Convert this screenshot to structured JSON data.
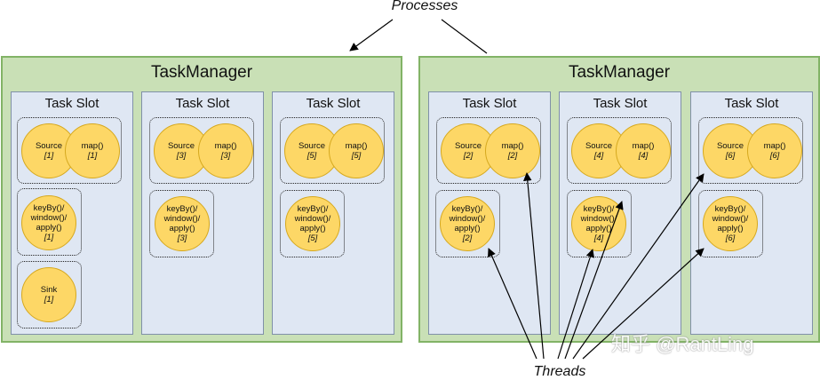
{
  "labels": {
    "processes": "Processes",
    "threads": "Threads"
  },
  "task_managers": [
    {
      "title": "TaskManager",
      "slots": [
        {
          "title": "Task Slot",
          "source": {
            "name": "Source",
            "idx": "[1]"
          },
          "map": {
            "name": "map()",
            "idx": "[1]"
          },
          "window": {
            "lines": [
              "keyBy()/",
              "window()/",
              "apply()"
            ],
            "idx": "[1]"
          },
          "sink": {
            "name": "Sink",
            "idx": "[1]"
          }
        },
        {
          "title": "Task Slot",
          "source": {
            "name": "Source",
            "idx": "[3]"
          },
          "map": {
            "name": "map()",
            "idx": "[3]"
          },
          "window": {
            "lines": [
              "keyBy()/",
              "window()/",
              "apply()"
            ],
            "idx": "[3]"
          }
        },
        {
          "title": "Task Slot",
          "source": {
            "name": "Source",
            "idx": "[5]"
          },
          "map": {
            "name": "map()",
            "idx": "[5]"
          },
          "window": {
            "lines": [
              "keyBy()/",
              "window()/",
              "apply()"
            ],
            "idx": "[5]"
          }
        }
      ]
    },
    {
      "title": "TaskManager",
      "slots": [
        {
          "title": "Task Slot",
          "source": {
            "name": "Source",
            "idx": "[2]"
          },
          "map": {
            "name": "map()",
            "idx": "[2]"
          },
          "window": {
            "lines": [
              "keyBy()/",
              "window()/",
              "apply()"
            ],
            "idx": "[2]"
          }
        },
        {
          "title": "Task Slot",
          "source": {
            "name": "Source",
            "idx": "[4]"
          },
          "map": {
            "name": "map()",
            "idx": "[4]"
          },
          "window": {
            "lines": [
              "keyBy()/",
              "window()/",
              "apply()"
            ],
            "idx": "[4]"
          }
        },
        {
          "title": "Task Slot",
          "source": {
            "name": "Source",
            "idx": "[6]"
          },
          "map": {
            "name": "map()",
            "idx": "[6]"
          },
          "window": {
            "lines": [
              "keyBy()/",
              "window()/",
              "apply()"
            ],
            "idx": "[6]"
          }
        }
      ]
    }
  ],
  "watermark": "知乎 @RantLing",
  "colors": {
    "task_manager_fill": "#c9e0b6",
    "task_manager_border": "#82b366",
    "task_slot_fill": "#dfe7f3",
    "operator_fill": "#fdd766"
  }
}
